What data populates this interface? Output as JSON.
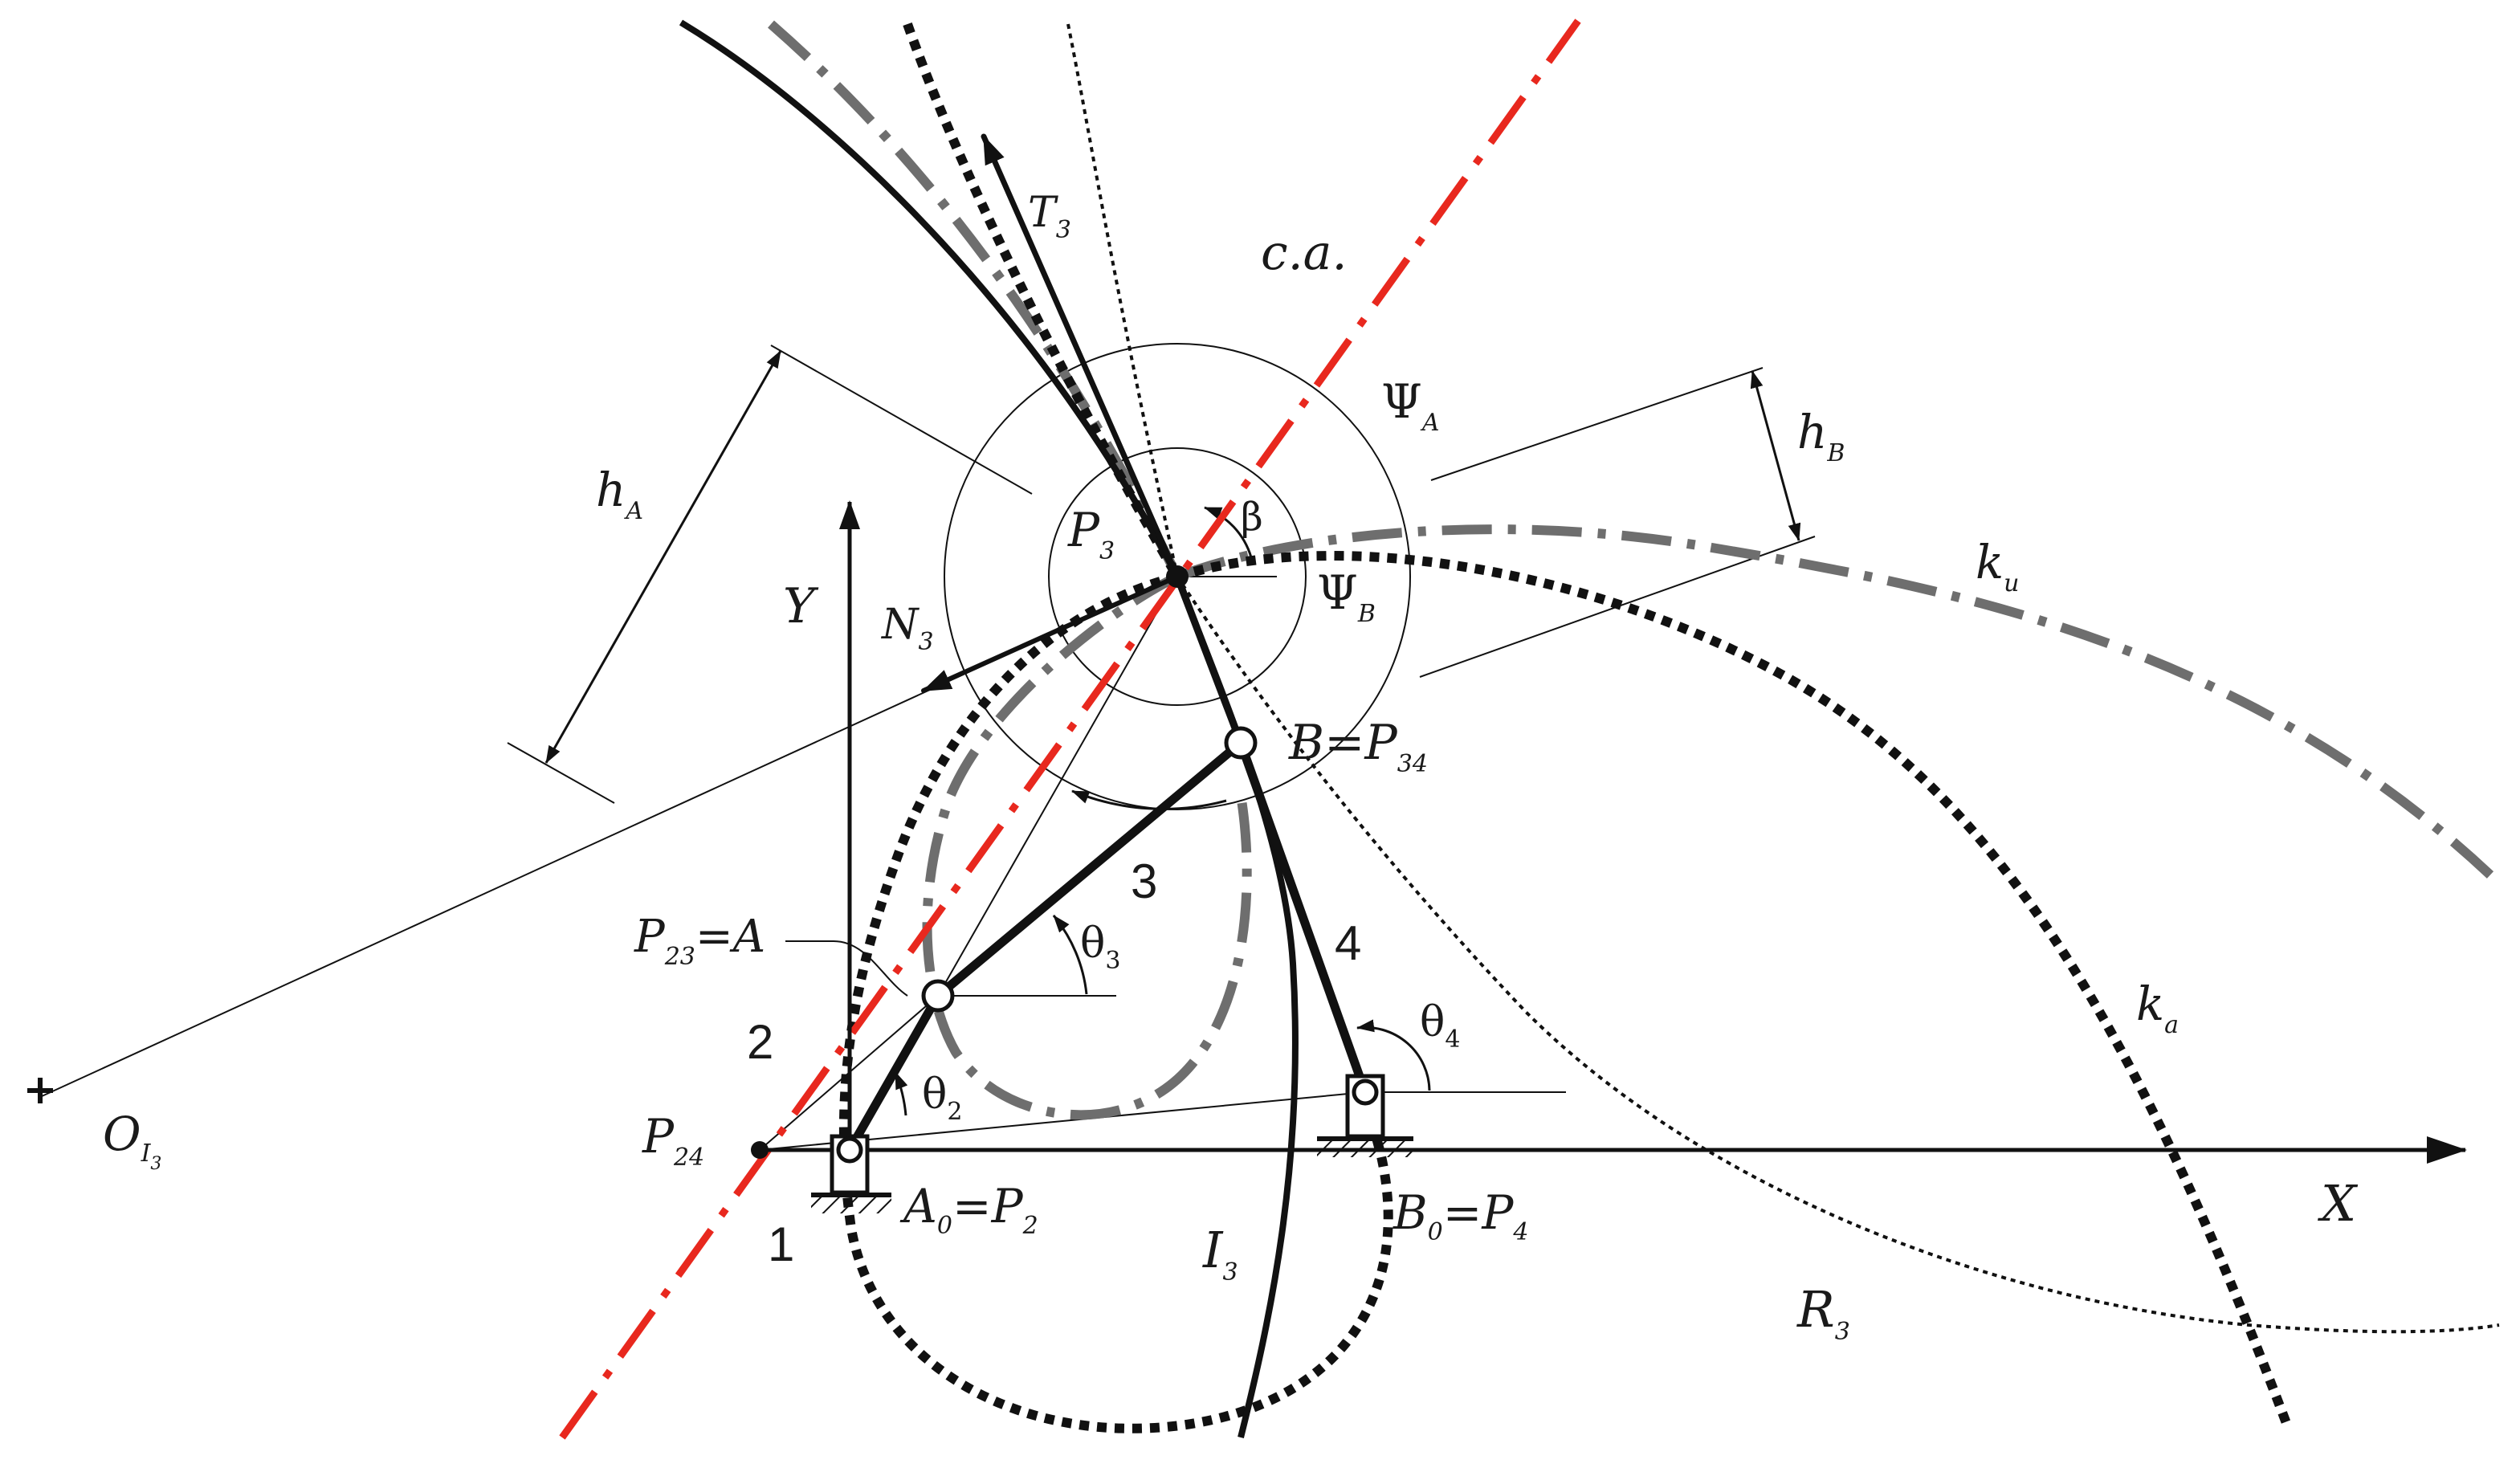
{
  "labels": {
    "ca": "c.a.",
    "T3": "T",
    "T3_sub": "3",
    "N3": "N",
    "N3_sub": "3",
    "P3": "P",
    "P3_sub": "3",
    "PsiA": "Ψ",
    "PsiA_sub": "A",
    "PsiB": "Ψ",
    "PsiB_sub": "B",
    "beta": "β",
    "hA": "h",
    "hA_sub": "A",
    "hB": "h",
    "hB_sub": "B",
    "ku": "k",
    "ku_sub": "u",
    "ka": "k",
    "ka_sub": "a",
    "Y": "Y",
    "X": "X",
    "B_eq": "B=P",
    "B_eq_sub": "34",
    "P23": "P",
    "P23_sub": "23",
    "P23_rest": "=A",
    "theta3": "θ",
    "theta3_sub": "3",
    "theta2": "θ",
    "theta2_sub": "2",
    "theta4": "θ",
    "theta4_sub": "4",
    "P24": "P",
    "P24_sub": "24",
    "OI3": "O",
    "OI3_sub": "I",
    "OI3_subsub": "3",
    "A0": "A",
    "A0_sub": "0",
    "A0_rest": "=P",
    "A0_rest_sub": "2",
    "B0": "B",
    "B0_sub": "0",
    "B0_rest": "=P",
    "B0_rest_sub": "4",
    "I3": "I",
    "I3_sub": "3",
    "R3": "R",
    "R3_sub": "3",
    "link1": "1",
    "link2": "2",
    "link3": "3",
    "link4": "4"
  },
  "colors": {
    "ink": "#111111",
    "collineation_axis": "#e8281e",
    "gray_curve": "#6e6e6e"
  }
}
